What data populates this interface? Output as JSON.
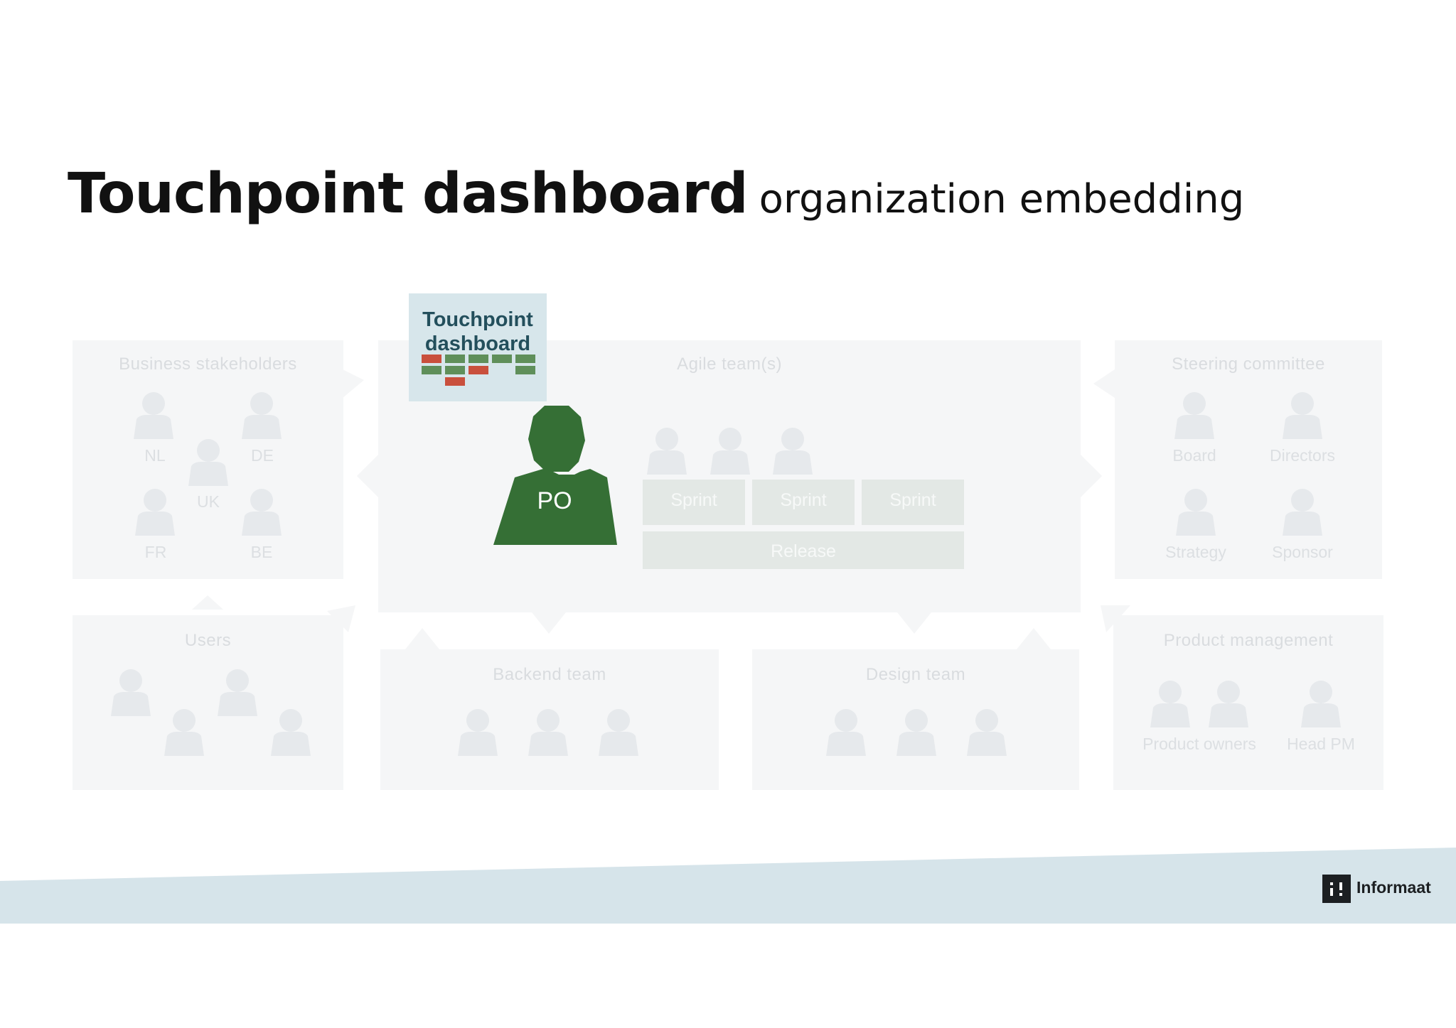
{
  "title": {
    "main": "Touchpoint dashboard",
    "sub": "organization embedding"
  },
  "groups": {
    "business_stakeholders": {
      "label": "Business stakeholders",
      "people": [
        "NL",
        "DE",
        "UK",
        "FR",
        "BE"
      ]
    },
    "agile_team": {
      "label": "Agile team(s)",
      "po": "PO",
      "sprints": [
        "Sprint",
        "Sprint",
        "Sprint"
      ],
      "release": "Release"
    },
    "steering_committee": {
      "label": "Steering committee",
      "people": [
        "Board",
        "Directors",
        "Strategy",
        "Sponsor"
      ]
    },
    "users": {
      "label": "Users"
    },
    "backend_team": {
      "label": "Backend team"
    },
    "design_team": {
      "label": "Design team"
    },
    "product_management": {
      "label": "Product management",
      "people": [
        "Product owners",
        "Head PM"
      ]
    }
  },
  "dashboard_callout": {
    "title_line1": "Touchpoint",
    "title_line2": "dashboard"
  },
  "brand": {
    "name": "Informaat"
  },
  "colors": {
    "po_green": "#356f35",
    "cell_green": "#5f8f5a",
    "cell_red": "#c9503d",
    "callout_bg": "#d7e6eb",
    "footer_band": "#d6e4ea"
  }
}
